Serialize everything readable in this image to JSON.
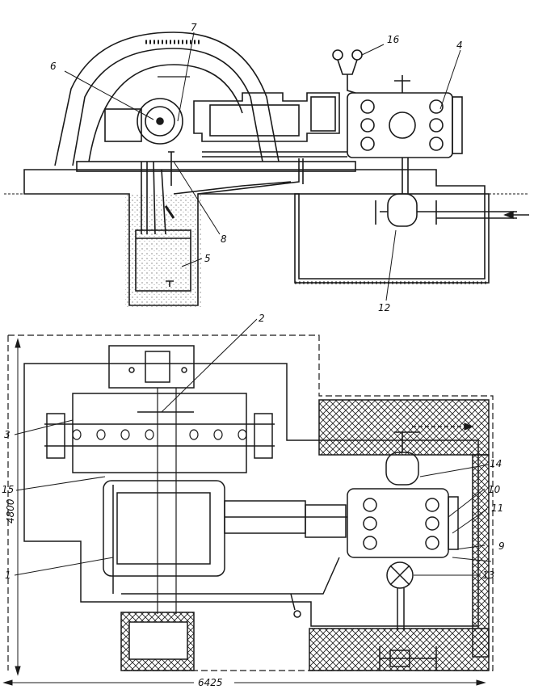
{
  "labels": {
    "l1": "1",
    "l2": "2",
    "l3": "3",
    "l4": "4",
    "l5": "5",
    "l6": "6",
    "l7": "7",
    "l8": "8",
    "l9": "9",
    "l10": "10",
    "l11": "11",
    "l12": "12",
    "l13": "13",
    "l14": "14",
    "l15": "15",
    "l16": "16"
  },
  "dimensions": {
    "height": "4800",
    "width": "6425"
  },
  "colors": {
    "ink": "#1a1a1a",
    "paper": "#ffffff"
  }
}
